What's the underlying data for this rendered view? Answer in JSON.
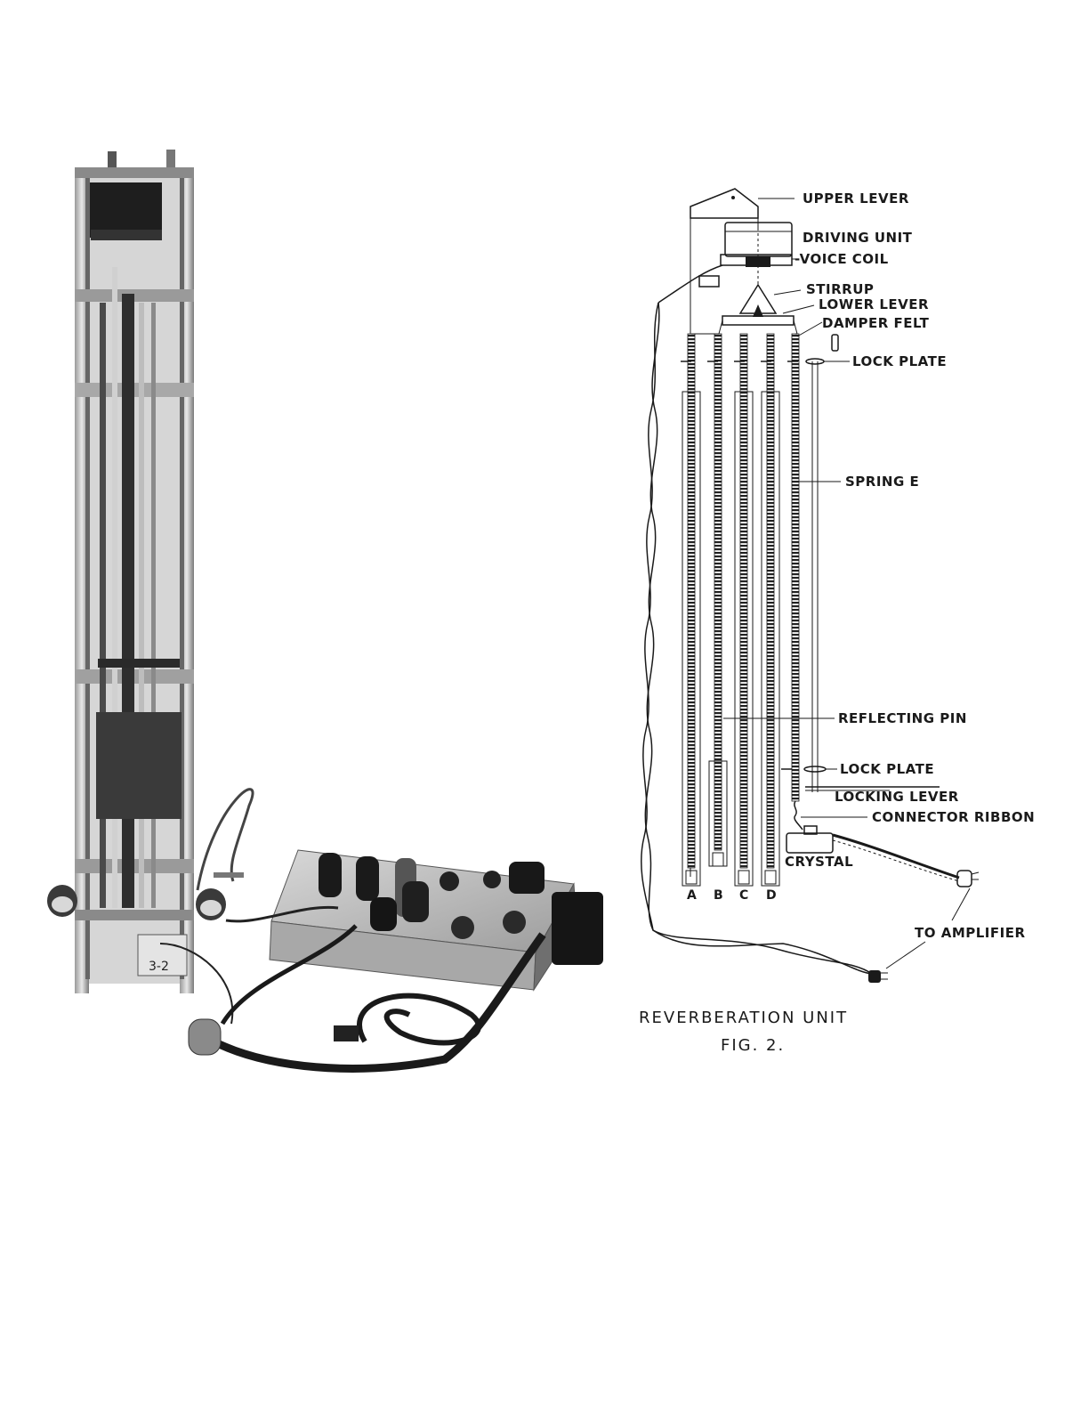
{
  "photo": {
    "unit_tag": "3-2"
  },
  "diagram": {
    "labels": {
      "upper_lever": "UPPER  LEVER",
      "driving_unit": "DRIVING UNIT",
      "voice_coil": "-VOICE COIL",
      "stirrup": "STIRRUP",
      "lower_lever": "LOWER LEVER",
      "damper_felt": "DAMPER FELT",
      "lock_plate_top": "LOCK PLATE",
      "spring_e": "SPRING  E",
      "reflecting_pin": "REFLECTING  PIN",
      "lock_plate_bottom": "LOCK  PLATE",
      "locking_lever": "LOCKING LEVER",
      "connector_ribbon": "CONNECTOR  RIBBON",
      "crystal": "CRYSTAL",
      "to_amplifier": "TO AMPLIFIER"
    },
    "spring_letters": [
      "A",
      "B",
      "C",
      "D"
    ]
  },
  "caption": {
    "title": "REVERBERATION  UNIT",
    "figure": "FIG. 2."
  }
}
